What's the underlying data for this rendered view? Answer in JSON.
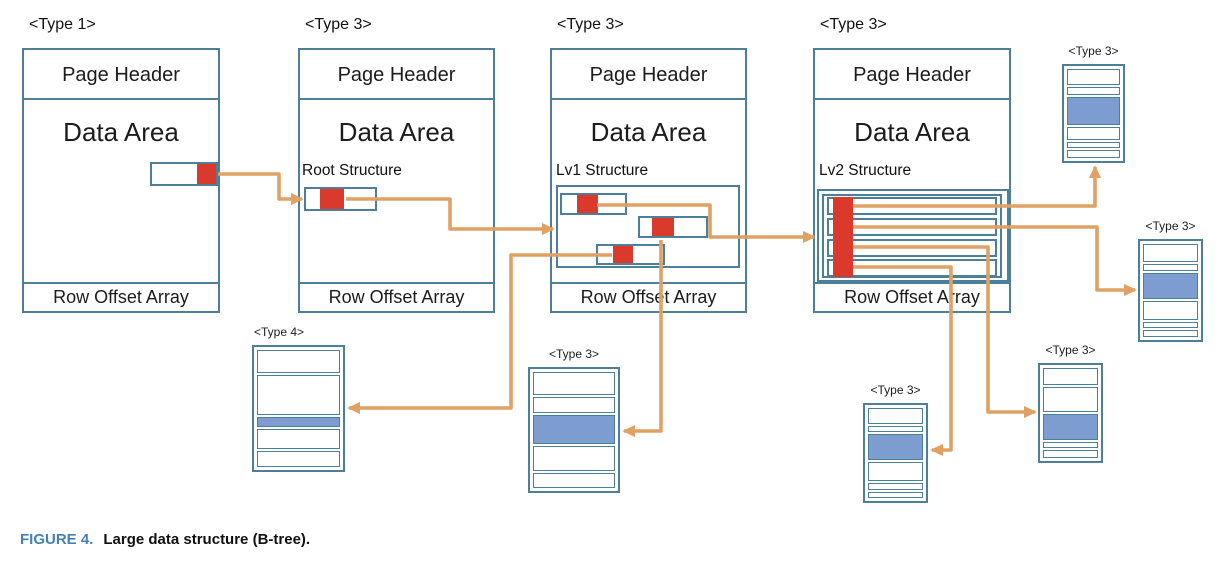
{
  "figure": {
    "caption_label": "FIGURE 4.",
    "caption_text": "Large data structure (B-tree)."
  },
  "colors": {
    "page_border": "#4d7f98",
    "pointer_red": "#d93a2b",
    "highlight_blue": "#7d9cd0",
    "arrow_orange": "#dfa164",
    "caption_accent": "#4681b4",
    "text": "#1c1c1c"
  },
  "big_pages": [
    {
      "type_label": "<Type 1>",
      "header_label": "Page Header",
      "data_area_label": "Data Area",
      "structure_label": "",
      "row_offset_label": "Row Offset Array"
    },
    {
      "type_label": "<Type 3>",
      "header_label": "Page Header",
      "data_area_label": "Data Area",
      "structure_label": "Root Structure",
      "row_offset_label": "Row Offset Array"
    },
    {
      "type_label": "<Type 3>",
      "header_label": "Page Header",
      "data_area_label": "Data Area",
      "structure_label": "Lv1 Structure",
      "row_offset_label": "Row Offset Array"
    },
    {
      "type_label": "<Type 3>",
      "header_label": "Page Header",
      "data_area_label": "Data Area",
      "structure_label": "Lv2 Structure",
      "row_offset_label": "Row Offset Array"
    }
  ],
  "small_pages": [
    {
      "type_label": "<Type 3>"
    },
    {
      "type_label": "<Type 3>"
    },
    {
      "type_label": "<Type 3>"
    },
    {
      "type_label": "<Type 3>"
    },
    {
      "type_label": "<Type 3>"
    },
    {
      "type_label": "<Type 4>"
    }
  ]
}
